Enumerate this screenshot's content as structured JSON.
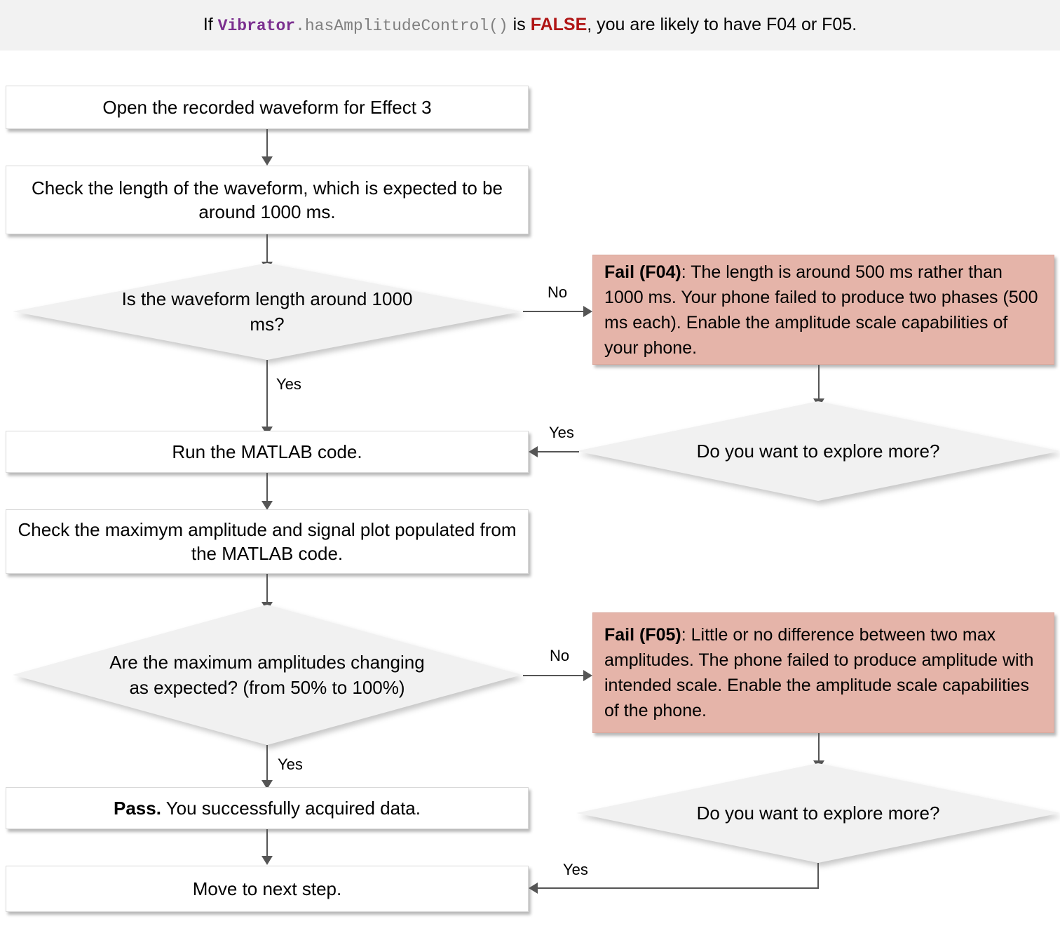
{
  "banner": {
    "prefix": "If ",
    "class_name": "Vibrator",
    "method": ".hasAmplitudeControl()",
    "middle": " is ",
    "false_word": "FALSE",
    "suffix": ", you are likely to have F04 or F05."
  },
  "colors": {
    "banner_bg": "#f2f2f2",
    "process_bg": "#ffffff",
    "decision_bg": "#f1f1f1",
    "fail_bg": "#e5b4a9",
    "connector": "#555555",
    "keyword_purple": "#7b2f8f",
    "method_gray": "#808080",
    "false_red": "#b01515"
  },
  "nodes": {
    "open_waveform": "Open the recorded waveform for Effect 3",
    "check_length": "Check the length of the waveform, which is expected to be around 1000 ms.",
    "decision_length": "Is the waveform length around 1000 ms?",
    "fail_f04_label": "Fail (F04)",
    "fail_f04_body": ": The length is around 500 ms rather than 1000 ms. Your phone failed to produce two phases (500 ms each). Enable the amplitude scale capabilities of your phone.",
    "explore_more_top": "Do you want to explore more?",
    "run_matlab": "Run the MATLAB code.",
    "check_amplitude": "Check the maximym amplitude and signal plot populated from the MATLAB code.",
    "decision_amplitude": "Are the maximum amplitudes changing as expected? (from 50% to 100%)",
    "fail_f05_label": "Fail (F05)",
    "fail_f05_body": ": Little or no difference between two max amplitudes. The phone failed to produce amplitude with intended scale. Enable the amplitude scale capabilities of the phone.",
    "explore_more_bottom": "Do you want to explore more?",
    "pass_label": "Pass.",
    "pass_body": " You successfully acquired data.",
    "move_next": "Move to next step."
  },
  "edge_labels": {
    "no_top": "No",
    "yes_length": "Yes",
    "yes_explore_top": "Yes",
    "no_bottom": "No",
    "yes_amplitude": "Yes",
    "yes_explore_bottom": "Yes"
  }
}
